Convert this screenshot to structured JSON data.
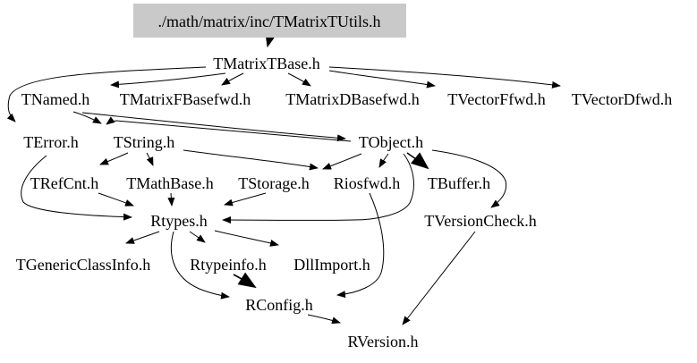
{
  "diagram": {
    "type": "include-dependency-graph",
    "background_color": "#ffffff",
    "edge_color": "#000000",
    "text_color": "#000000",
    "root": {
      "label": "./math/matrix/inc/TMatrixTUtils.h",
      "fill": "#c9c9c9"
    },
    "nodes": [
      {
        "id": "TMatrixTBase",
        "label": "TMatrixTBase.h"
      },
      {
        "id": "TNamed",
        "label": "TNamed.h"
      },
      {
        "id": "TMatrixFBasefwd",
        "label": "TMatrixFBasefwd.h"
      },
      {
        "id": "TMatrixDBasefwd",
        "label": "TMatrixDBasefwd.h"
      },
      {
        "id": "TVectorFfwd",
        "label": "TVectorFfwd.h"
      },
      {
        "id": "TVectorDfwd",
        "label": "TVectorDfwd.h"
      },
      {
        "id": "TError",
        "label": "TError.h"
      },
      {
        "id": "TString",
        "label": "TString.h"
      },
      {
        "id": "TObject",
        "label": "TObject.h"
      },
      {
        "id": "TRefCnt",
        "label": "TRefCnt.h"
      },
      {
        "id": "TMathBase",
        "label": "TMathBase.h"
      },
      {
        "id": "TStorage",
        "label": "TStorage.h"
      },
      {
        "id": "Riosfwd",
        "label": "Riosfwd.h"
      },
      {
        "id": "TBuffer",
        "label": "TBuffer.h"
      },
      {
        "id": "Rtypes",
        "label": "Rtypes.h"
      },
      {
        "id": "TVersionCheck",
        "label": "TVersionCheck.h"
      },
      {
        "id": "TGenericClassInfo",
        "label": "TGenericClassInfo.h"
      },
      {
        "id": "Rtypeinfo",
        "label": "Rtypeinfo.h"
      },
      {
        "id": "DllImport",
        "label": "DllImport.h"
      },
      {
        "id": "RConfig",
        "label": "RConfig.h"
      },
      {
        "id": "RVersion",
        "label": "RVersion.h"
      }
    ],
    "edges": [
      {
        "from": "TMatrixTUtils",
        "to": "TMatrixTBase"
      },
      {
        "from": "TMatrixTBase",
        "to": "TNamed"
      },
      {
        "from": "TMatrixTBase",
        "to": "TError"
      },
      {
        "from": "TMatrixTBase",
        "to": "TMatrixFBasefwd"
      },
      {
        "from": "TMatrixTBase",
        "to": "TMatrixDBasefwd"
      },
      {
        "from": "TMatrixTBase",
        "to": "TVectorFfwd"
      },
      {
        "from": "TMatrixTBase",
        "to": "TVectorDfwd"
      },
      {
        "from": "TNamed",
        "to": "TString"
      },
      {
        "from": "TNamed",
        "to": "TObject"
      },
      {
        "from": "TObject",
        "to": "TString"
      },
      {
        "from": "TString",
        "to": "TRefCnt"
      },
      {
        "from": "TString",
        "to": "TMathBase"
      },
      {
        "from": "TString",
        "to": "Riosfwd"
      },
      {
        "from": "TObject",
        "to": "TStorage"
      },
      {
        "from": "TObject",
        "to": "Riosfwd"
      },
      {
        "from": "TObject",
        "to": "TBuffer"
      },
      {
        "from": "TObject",
        "to": "TVersionCheck"
      },
      {
        "from": "TObject",
        "to": "Rtypes"
      },
      {
        "from": "TError",
        "to": "Rtypes"
      },
      {
        "from": "TRefCnt",
        "to": "Rtypes"
      },
      {
        "from": "TMathBase",
        "to": "Rtypes"
      },
      {
        "from": "TStorage",
        "to": "Rtypes"
      },
      {
        "from": "Riosfwd",
        "to": "RConfig"
      },
      {
        "from": "Rtypes",
        "to": "TGenericClassInfo"
      },
      {
        "from": "Rtypes",
        "to": "Rtypeinfo"
      },
      {
        "from": "Rtypes",
        "to": "DllImport"
      },
      {
        "from": "Rtypes",
        "to": "RConfig"
      },
      {
        "from": "Rtypeinfo",
        "to": "RConfig"
      },
      {
        "from": "RConfig",
        "to": "RVersion"
      },
      {
        "from": "TVersionCheck",
        "to": "RVersion"
      }
    ]
  }
}
